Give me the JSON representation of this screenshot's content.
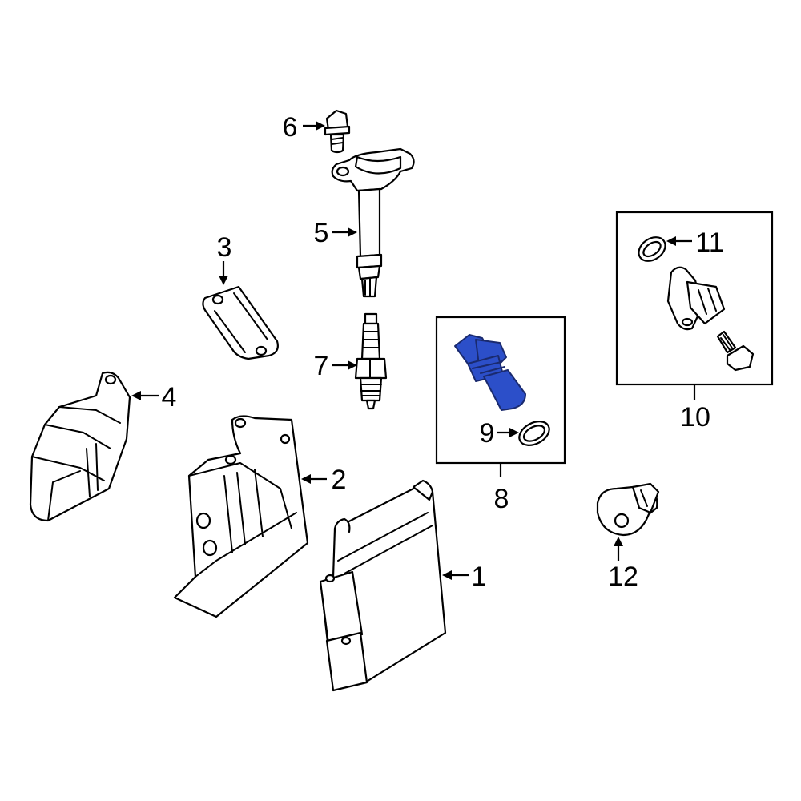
{
  "colors": {
    "line": "#000000",
    "background": "#ffffff",
    "highlight_fill": "#2c4fc9",
    "highlight_stroke": "#1a2a6e"
  },
  "callouts": [
    {
      "id": "1",
      "label": "1",
      "part": "engine control module"
    },
    {
      "id": "2",
      "label": "2",
      "part": "module bracket"
    },
    {
      "id": "3",
      "label": "3",
      "part": "coil bracket"
    },
    {
      "id": "4",
      "label": "4",
      "part": "module cover"
    },
    {
      "id": "5",
      "label": "5",
      "part": "ignition coil"
    },
    {
      "id": "6",
      "label": "6",
      "part": "coil bolt"
    },
    {
      "id": "7",
      "label": "7",
      "part": "spark plug"
    },
    {
      "id": "8",
      "label": "8",
      "part": "camshaft position sensor",
      "highlighted": true
    },
    {
      "id": "9",
      "label": "9",
      "part": "o-ring"
    },
    {
      "id": "10",
      "label": "10",
      "part": "crankshaft position sensor kit"
    },
    {
      "id": "11",
      "label": "11",
      "part": "o-ring"
    },
    {
      "id": "12",
      "label": "12",
      "part": "knock sensor"
    }
  ]
}
